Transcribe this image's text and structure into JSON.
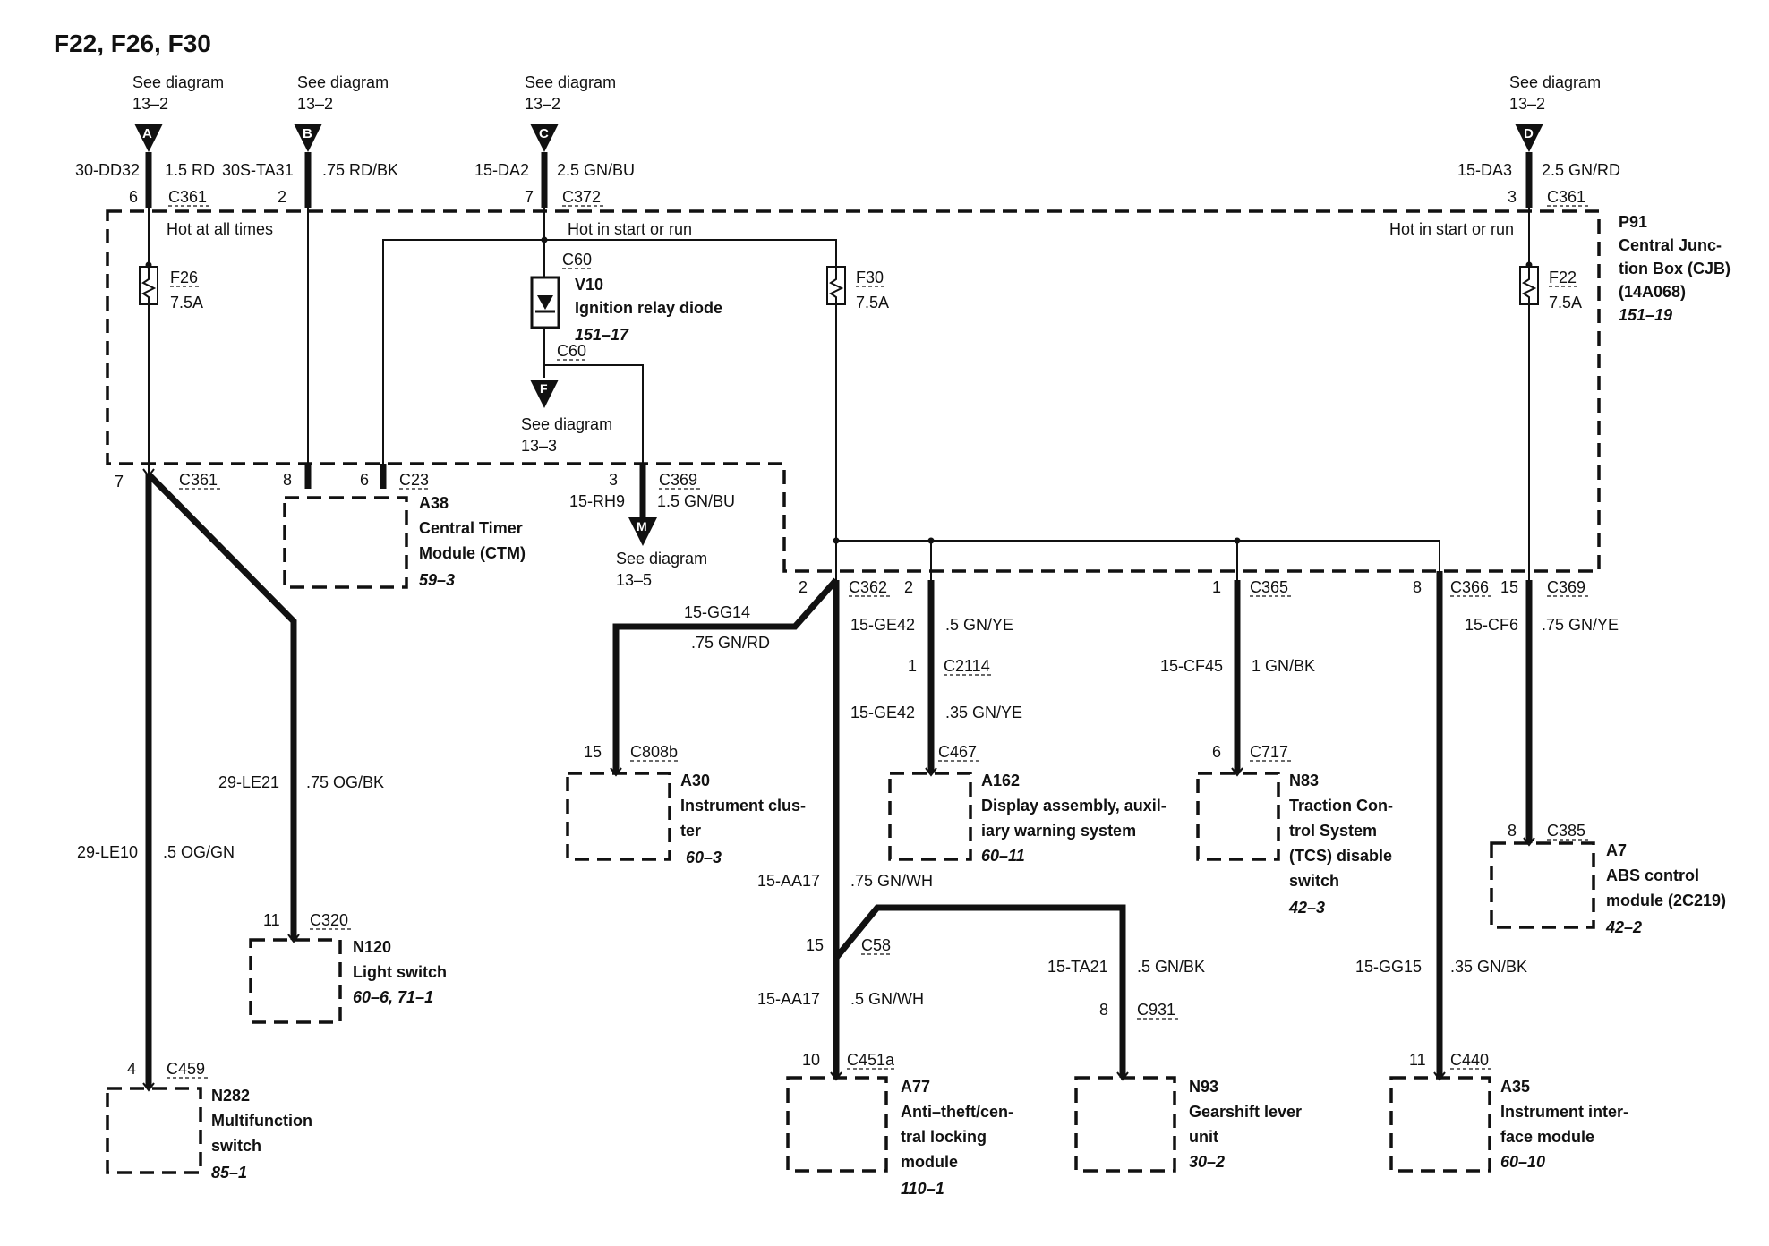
{
  "title": "F22, F26, F30",
  "refs": {
    "see_diagram": "See diagram",
    "a": {
      "letter": "A",
      "page": "13–2"
    },
    "b": {
      "letter": "B",
      "page": "13–2"
    },
    "c": {
      "letter": "C",
      "page": "13–2"
    },
    "d": {
      "letter": "D",
      "page": "13–2"
    },
    "f": {
      "letter": "F",
      "page": "13–3"
    },
    "m": {
      "letter": "M",
      "page": "13–5"
    }
  },
  "cjb": {
    "id": "P91",
    "name_line1": "Central Junc-",
    "name_line2": "tion Box (CJB)",
    "name_line3": "(14A068)",
    "ref": "151–19",
    "hot_all_times": "Hot at all times",
    "hot_start_run_1": "Hot in start or run",
    "hot_start_run_2": "Hot in start or run"
  },
  "fuses": {
    "f26": {
      "name": "F26",
      "rating": "7.5A"
    },
    "f30": {
      "name": "F30",
      "rating": "7.5A"
    },
    "f22": {
      "name": "F22",
      "rating": "7.5A"
    }
  },
  "diode": {
    "id": "V10",
    "name": "Ignition relay diode",
    "ref": "151–17",
    "conn_top": "C60",
    "conn_bottom": "C60"
  },
  "top_wires": {
    "a_circuit": "30-DD32",
    "a_gauge": "1.5 RD",
    "a_pin": "6",
    "a_conn": "C361",
    "b_circuit": "30S-TA31",
    "b_gauge": ".75 RD/BK",
    "b_pin": "2",
    "c_circuit": "15-DA2",
    "c_gauge": "2.5 GN/BU",
    "c_pin": "7",
    "c_conn": "C372",
    "d_circuit": "15-DA3",
    "d_gauge": "2.5 GN/RD",
    "d_pin": "3",
    "d_conn": "C361"
  },
  "bottom_pins": {
    "p7": "7",
    "c361": "C361",
    "p8": "8",
    "p6": "6",
    "c23": "C23",
    "p3": "3",
    "c369": "C369",
    "m_circuit": "15-RH9",
    "m_gauge": "1.5 GN/BU",
    "p2a": "2",
    "c362": "C362",
    "p2b": "2",
    "p1": "1",
    "c365": "C365",
    "p8b": "8",
    "c366": "C366",
    "p15": "15",
    "c369b": "C369"
  },
  "wires": {
    "le21": {
      "circuit": "29-LE21",
      "gauge": ".75 OG/BK"
    },
    "le10": {
      "circuit": "29-LE10",
      "gauge": ".5 OG/GN"
    },
    "gg14": {
      "circuit": "15-GG14",
      "gauge": ".75  GN/RD"
    },
    "ge42a": {
      "circuit": "15-GE42",
      "gauge": ".5 GN/YE"
    },
    "c2114_pin": "1",
    "c2114": "C2114",
    "ge42b": {
      "circuit": "15-GE42",
      "gauge": ".35 GN/YE"
    },
    "cf45": {
      "circuit": "15-CF45",
      "gauge": "1 GN/BK"
    },
    "cf6": {
      "circuit": "15-CF6",
      "gauge": ".75 GN/YE"
    },
    "aa17a": {
      "circuit": "15-AA17",
      "gauge": ".75 GN/WH"
    },
    "c58_pin": "15",
    "c58": "C58",
    "aa17b": {
      "circuit": "15-AA17",
      "gauge": ".5 GN/WH"
    },
    "ta21": {
      "circuit": "15-TA21",
      "gauge": ".5 GN/BK"
    },
    "c931_pin": "8",
    "c931": "C931",
    "gg15": {
      "circuit": "15-GG15",
      "gauge": ".35 GN/BK"
    }
  },
  "components": {
    "a38": {
      "id": "A38",
      "l1": "Central Timer",
      "l2": "Module (CTM)",
      "ref": "59–3"
    },
    "a30": {
      "id": "A30",
      "l1": "Instrument clus-",
      "l2": "ter",
      "ref": "60–3",
      "pin": "15",
      "conn": "C808b"
    },
    "a162": {
      "id": "A162",
      "l1": "Display assembly, auxil-",
      "l2": "iary warning system",
      "ref": "60–11",
      "conn": "C467"
    },
    "n83": {
      "id": "N83",
      "l1": "Traction Con-",
      "l2": "trol System",
      "l3": "(TCS) disable",
      "l4": "switch",
      "ref": "42–3",
      "pin": "6",
      "conn": "C717"
    },
    "a7": {
      "id": "A7",
      "l1": "ABS control",
      "l2": "module (2C219)",
      "ref": "42–2",
      "pin": "8",
      "conn": "C385"
    },
    "n120": {
      "id": "N120",
      "l1": "Light switch",
      "ref": "60–6, 71–1",
      "pin": "11",
      "conn": "C320"
    },
    "n282": {
      "id": "N282",
      "l1": "Multifunction",
      "l2": "switch",
      "ref": "85–1",
      "pin": "4",
      "conn": "C459"
    },
    "a77": {
      "id": "A77",
      "l1": "Anti–theft/cen-",
      "l2": "tral locking",
      "l3": "module",
      "ref": "110–1",
      "pin": "10",
      "conn": "C451a"
    },
    "n93": {
      "id": "N93",
      "l1": "Gearshift lever",
      "l2": "unit",
      "ref": "30–2"
    },
    "a35": {
      "id": "A35",
      "l1": "Instrument inter-",
      "l2": "face module",
      "ref": "60–10",
      "pin": "11",
      "conn": "C440"
    }
  }
}
